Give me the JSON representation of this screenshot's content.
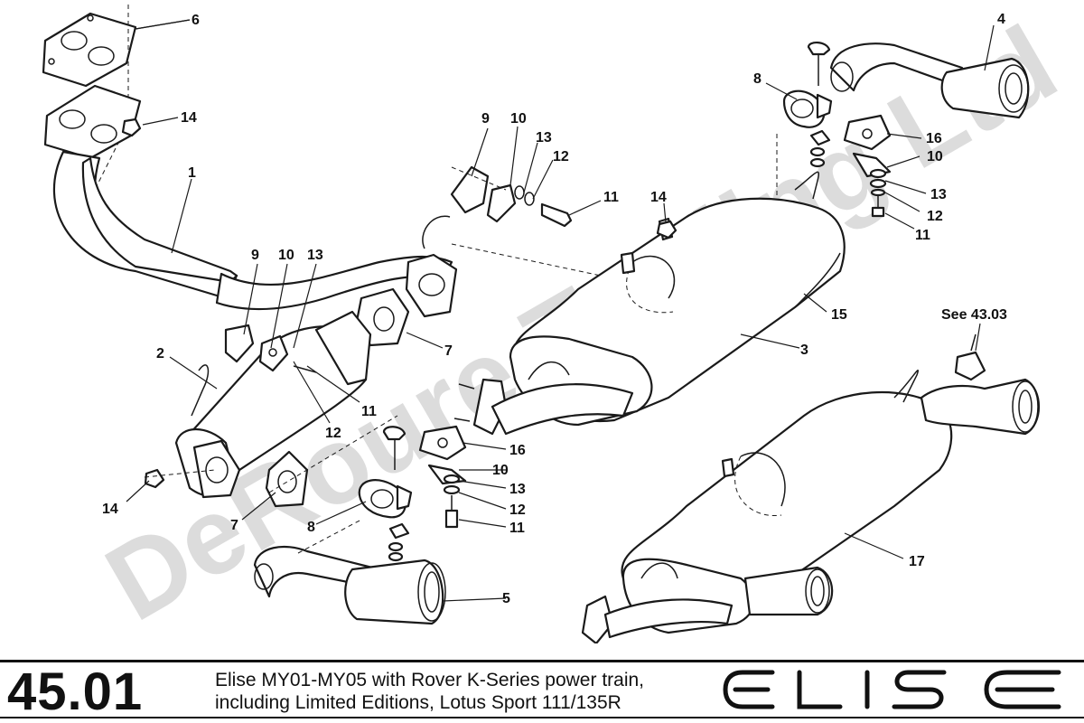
{
  "watermark": "DeRoure Trading Ltd",
  "callouts": {
    "c1": "1",
    "c2": "2",
    "c3": "3",
    "c4": "4",
    "c5": "5",
    "c6": "6",
    "c7a": "7",
    "c7b": "7",
    "c8a": "8",
    "c8b": "8",
    "c9a": "9",
    "c9b": "9",
    "c10a": "10",
    "c10b": "10",
    "c10c": "10",
    "c10d": "10",
    "c11a": "11",
    "c11b": "11",
    "c11c": "11",
    "c11d": "11",
    "c12a": "12",
    "c12b": "12",
    "c12c": "12",
    "c12d": "12",
    "c13a": "13",
    "c13b": "13",
    "c13c": "13",
    "c13d": "13",
    "c14a": "14",
    "c14b": "14",
    "c14c": "14",
    "c15": "15",
    "c16a": "16",
    "c16b": "16",
    "c17": "17",
    "see": "See 43.03"
  },
  "footer": {
    "page_number": "45.01",
    "description_line1": "Elise MY01-MY05 with Rover K-Series power train,",
    "description_line2": "including Limited Editions, Lotus Sport 111/135R",
    "logo_text": "ELISE"
  }
}
